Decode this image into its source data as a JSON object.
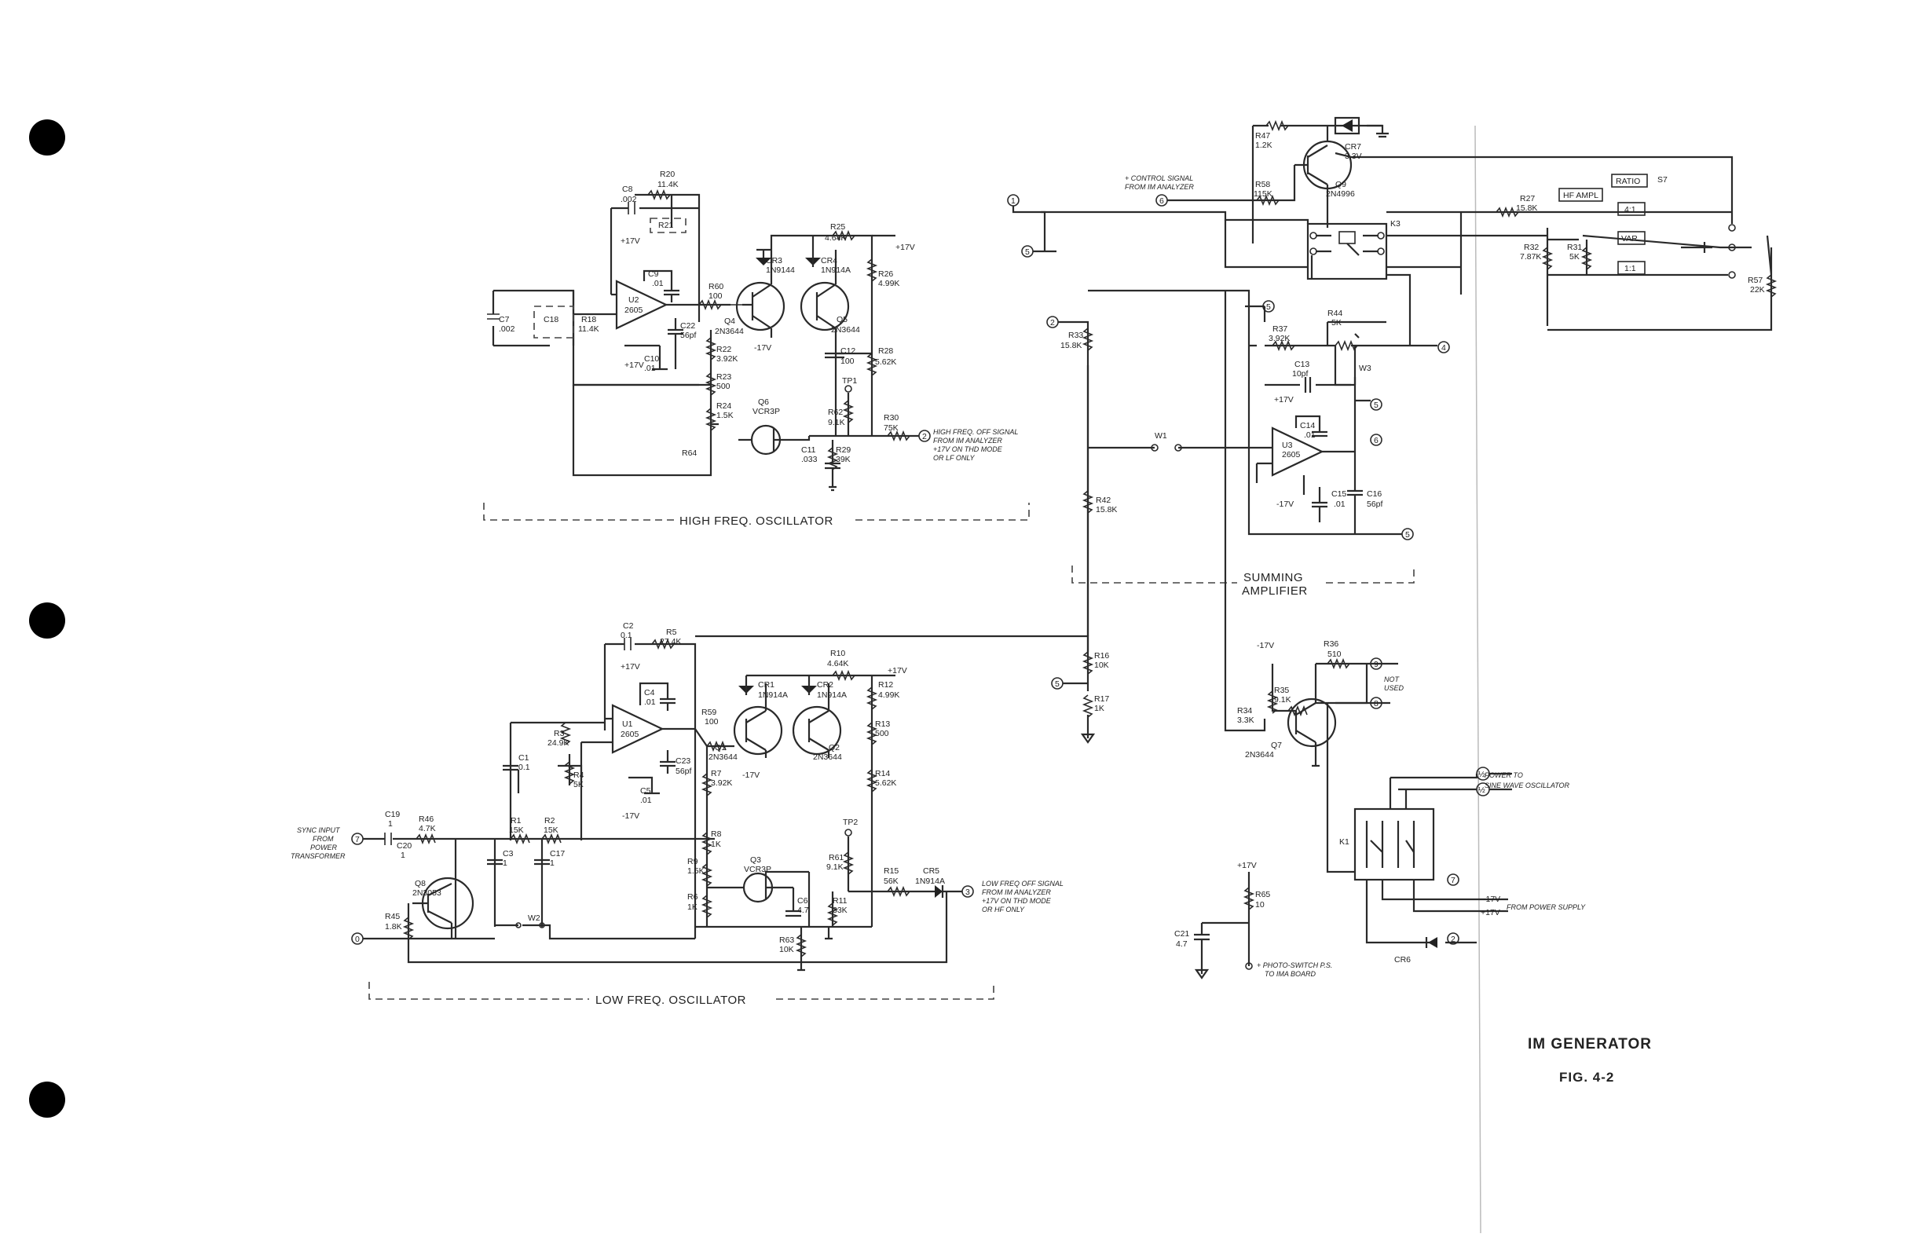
{
  "figure": {
    "title": "IM GENERATOR",
    "fig_number": "FIG. 4-2"
  },
  "sections": {
    "high_freq": "HIGH FREQ. OSCILLATOR",
    "low_freq": "LOW FREQ. OSCILLATOR",
    "summing_1": "SUMMING",
    "summing_2": "AMPLIFIER"
  },
  "hf_labels": {
    "c8_name": "C8",
    "c8_val": ".002",
    "r20_name": "R20",
    "r20_val": "11.4K",
    "r21": "R21",
    "c9_name": "C9",
    "c9_val": ".01",
    "v17_a": "+17V",
    "u2_name": "U2",
    "u2_type": "2605",
    "c7_name": "C7",
    "c7_val": ".002",
    "c18": "C18",
    "r18_name": "R18",
    "r18_val": "11.4K",
    "c22_name": "C22",
    "c22_val": "56pf",
    "c10_name": "C10",
    "c10_val": ".01",
    "v17_b": "+17V",
    "v17_c": "-17V",
    "r60_name": "R60",
    "r60_val": "100",
    "cr3_name": "CR3",
    "cr3_type": "1N9144",
    "cr4_name": "CR4",
    "cr4_type": "1N914A",
    "r25_name": "R25",
    "r25_val": "4.64K",
    "v17_d": "+17V",
    "r26_name": "R26",
    "r26_val": "4.99K",
    "q4_name": "Q4",
    "q4_type": "2N3644",
    "q5_name": "Q5",
    "q5_type": "2N3644",
    "v17_e": "-17V",
    "c12_name": "C12",
    "c12_val": "100",
    "r28_name": "R28",
    "r28_val": "5.62K",
    "r22_name": "R22",
    "r22_val": "3.92K",
    "r23_name": "R23",
    "r23_val": "500",
    "r24_name": "R24",
    "r24_val": "1.5K",
    "q6_name": "Q6",
    "q6_type": "VCR3P",
    "tp1": "TP1",
    "r62_name": "R62",
    "r62_val": "9.1K",
    "r30_name": "R30",
    "r30_val": "75K",
    "r64": "R64",
    "c11_name": "C11",
    "c11_val": ".033",
    "r29_name": "R29",
    "r29_val": "39K",
    "note_1": "HIGH FREQ. OFF SIGNAL",
    "note_2": "FROM IM ANALYZER",
    "note_3": "+17V ON THD MODE",
    "note_4": "OR LF ONLY"
  },
  "lf_labels": {
    "c2_name": "C2",
    "c2_val": "0.1",
    "r5_name": "R5",
    "r5_val": "27.4K",
    "v17_a": "+17V",
    "c4_name": "C4",
    "c4_val": ".01",
    "u1_name": "U1",
    "u1_type": "2605",
    "r3_name": "R3",
    "r3_val": "24.9K",
    "c1_name": "C1",
    "c1_val": "0.1",
    "r4_name": "R4",
    "r4_val": "5K",
    "c23_name": "C23",
    "c23_val": "56pf",
    "c5_name": "C5",
    "c5_val": ".01",
    "v17_b": "-17V",
    "r59_name": "R59",
    "r59_val": "100",
    "cr1_name": "CR1",
    "cr1_type": "1N914A",
    "cr2_name": "CR2",
    "cr2_type": "1N914A",
    "r10_name": "R10",
    "r10_val": "4.64K",
    "v17_c": "+17V",
    "r12_name": "R12",
    "r12_val": "4.99K",
    "q1_name": "Q1",
    "q1_type": "2N3644",
    "q2_name": "Q2",
    "q2_type": "2N3644",
    "v17_d": "-17V",
    "r13_name": "R13",
    "r13_val": "500",
    "r7_name": "R7",
    "r7_val": "3.92K",
    "r14_name": "R14",
    "r14_val": "5.62K",
    "tp2": "TP2",
    "r8_name": "R8",
    "r8_val": "1K",
    "r9_name": "R9",
    "r9_val": "1.5K",
    "q3_name": "Q3",
    "q3_type": "VCR3P",
    "r61_name": "R61",
    "r61_val": "9.1K",
    "r15_name": "R15",
    "r15_val": "56K",
    "cr5_name": "CR5",
    "cr5_type": "1N914A",
    "r6_name": "R6",
    "r6_val": "1K",
    "c6_name": "C6",
    "c6_val": "4.7",
    "r11_name": "R11",
    "r11_val": "33K",
    "r63_name": "R63",
    "r63_val": "10K",
    "c19_name": "C19",
    "c19_val": "1",
    "r46_name": "R46",
    "r46_val": "4.7K",
    "c20_name": "C20",
    "c20_val": "1",
    "r1_name": "R1",
    "r1_val": "15K",
    "r2_name": "R2",
    "r2_val": "15K",
    "c3_name": "C3",
    "c3_val": "1",
    "c17_name": "C17",
    "c17_val": "1",
    "sync_1": "SYNC INPUT",
    "sync_2": "FROM",
    "sync_3": "POWER",
    "sync_4": "TRANSFORMER",
    "q8_name": "Q8",
    "q8_type": "2N3053",
    "r45_name": "R45",
    "r45_val": "1.8K",
    "w2": "W2",
    "note_1": "LOW FREQ OFF SIGNAL",
    "note_2": "FROM IM ANALYZER",
    "note_3": "+17V ON THD MODE",
    "note_4": "OR HF ONLY"
  },
  "sum_labels": {
    "r47_name": "R47",
    "r47_val": "1.2K",
    "cr7_name": "CR7",
    "cr7_val": "3.3V",
    "ctrl_1": "+ CONTROL SIGNAL",
    "ctrl_2": "FROM IM ANALYZER",
    "r58_name": "R58",
    "r58_val": "115K",
    "q9_name": "Q9",
    "q9_type": "2N4996",
    "k3": "K3",
    "r33_name": "R33",
    "r33_val": "15.8K",
    "r37_name": "R37",
    "r37_val": "3.92K",
    "r44_name": "R44",
    "r44_val": "5K",
    "c13_name": "C13",
    "c13_val": "10pf",
    "w3": "W3",
    "v17_a": "+17V",
    "c14_name": "C14",
    "c14_val": ".01",
    "u3_name": "U3",
    "u3_type": "2605",
    "w1": "W1",
    "v17_b": "-17V",
    "c15_name": "C15",
    "c15_val": ".01",
    "c16_name": "C16",
    "c16_val": "56pf",
    "r42_name": "R42",
    "r42_val": "15.8K",
    "r16_name": "R16",
    "r16_val": "10K",
    "r17_name": "R17",
    "r17_val": "1K"
  },
  "switch_labels": {
    "ratio": "RATIO",
    "s7": "S7",
    "hf_ampl": "HF AMPL",
    "r27_name": "R27",
    "r27_val": "15.8K",
    "pos_41": "4:1",
    "var": "VAR",
    "r32_name": "R32",
    "r32_val": "7.87K",
    "r31_name": "R31",
    "r31_val": "5K",
    "pos_11": "1:1",
    "r57_name": "R57",
    "r57_val": "22K"
  },
  "out_labels": {
    "v17_a": "-17V",
    "r36_name": "R36",
    "r36_val": "510",
    "not_1": "NOT",
    "not_2": "USED",
    "r35_name": "R35",
    "r35_val": "9.1K",
    "r34_name": "R34",
    "r34_val": "3.3K",
    "q7_name": "Q7",
    "q7_type": "2N3644",
    "pow_1": "POWER TO",
    "pow_2": "SINE WAVE OSCILLATOR",
    "k1": "K1",
    "v17_b": "-17V",
    "v17_c": "+17V",
    "from_ps": "FROM POWER SUPPLY",
    "cr6": "CR6",
    "v17_d": "+17V",
    "r65_name": "R65",
    "r65_val": "10",
    "c21_name": "C21",
    "c21_val": "4.7",
    "photo_1": "+ PHOTO-SWITCH P.S.",
    "photo_2": "TO IMA BOARD"
  },
  "terminals": [
    "1",
    "2",
    "3",
    "5",
    "6",
    "8",
    "9",
    "5",
    "5",
    "5",
    "6",
    "2",
    "5",
    "4",
    "7",
    "2",
    "0",
    "7",
    "7",
    "7"
  ]
}
